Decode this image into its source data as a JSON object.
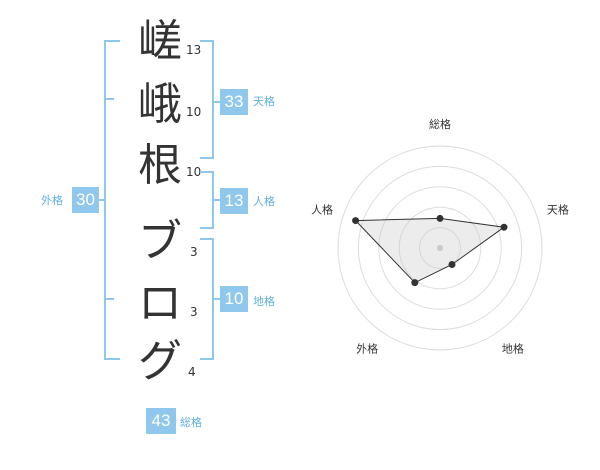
{
  "name": {
    "chars": [
      {
        "char": "嵯",
        "strokes": "13"
      },
      {
        "char": "峨",
        "strokes": "10"
      },
      {
        "char": "根",
        "strokes": "10"
      },
      {
        "char": "ブ",
        "strokes": "3"
      },
      {
        "char": "ロ",
        "strokes": "3"
      },
      {
        "char": "グ",
        "strokes": "4"
      }
    ]
  },
  "kaku": {
    "tenkaku": {
      "value": "33",
      "label": "天格"
    },
    "jinkaku": {
      "value": "13",
      "label": "人格"
    },
    "chikaku": {
      "value": "10",
      "label": "地格"
    },
    "gaikaku": {
      "value": "30",
      "label": "外格"
    },
    "soukaku": {
      "value": "43",
      "label": "総格"
    }
  },
  "colors": {
    "accent": "#8fc8ec",
    "accent_text": "#5fb0e0",
    "text": "#333333"
  },
  "chart_data": {
    "type": "radar",
    "axes": [
      "総格",
      "天格",
      "地格",
      "外格",
      "人格"
    ],
    "values": [
      1.45,
      3.3,
      1.0,
      2.1,
      4.35
    ],
    "max": 5,
    "rings": 5
  }
}
